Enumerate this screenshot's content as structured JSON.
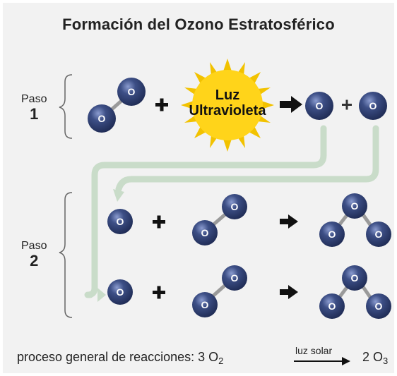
{
  "title": "Formación del Ozono Estratosférico",
  "step1": {
    "label": "Paso",
    "number": "1"
  },
  "step2": {
    "label": "Paso",
    "number": "2"
  },
  "sun": {
    "line1": "Luz",
    "line2": "Ultravioleta"
  },
  "atom_letter": "O",
  "plus": "+",
  "footer": {
    "text": "proceso general de reacciones: 3 O",
    "sub_reactant": "2",
    "arrow_label": "luz solar",
    "product": "2 O",
    "sub_product": "3"
  },
  "colors": {
    "atom": "#2a3b6e",
    "atom_highlight": "#6f82b8",
    "sun": "#ffd41a",
    "sun_ray": "#f2c200",
    "flow_arrow": "#c9dcc9",
    "bond": "#9a9a9a"
  }
}
